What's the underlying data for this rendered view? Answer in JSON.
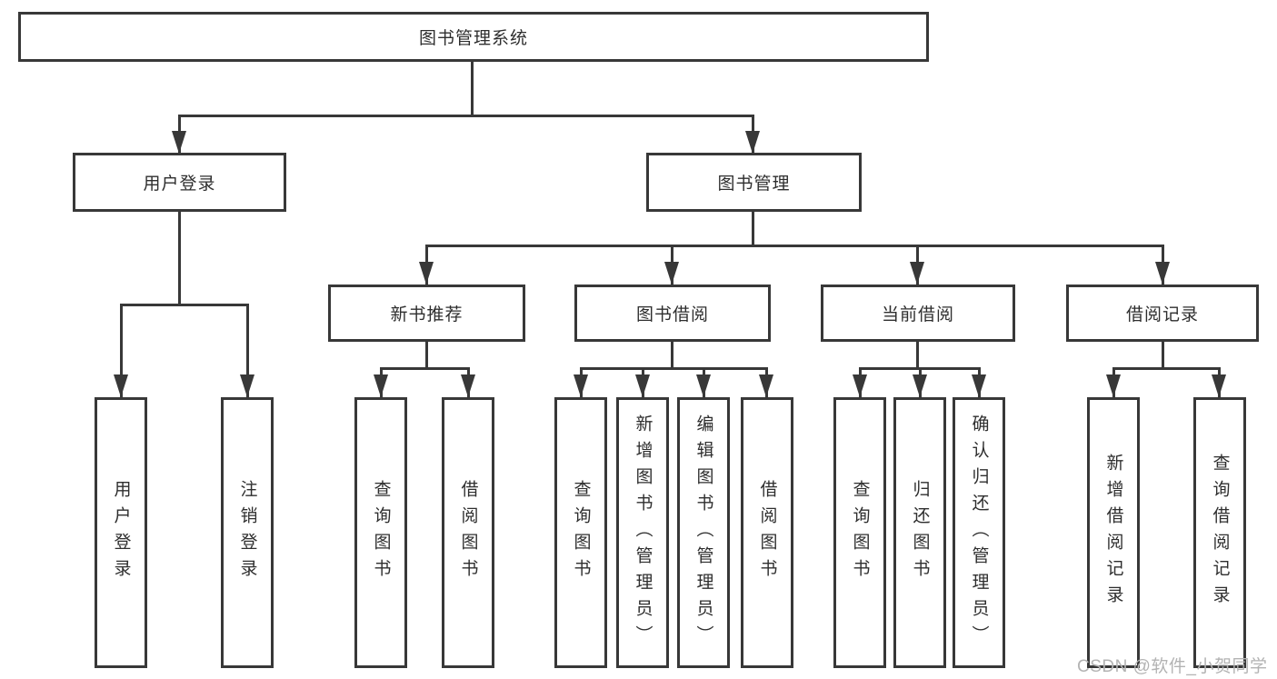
{
  "tree": {
    "root": {
      "label": "图书管理系统",
      "children": [
        {
          "label": "用户登录",
          "children": [
            {
              "label": "用户登录"
            },
            {
              "label": "注销登录"
            }
          ]
        },
        {
          "label": "图书管理",
          "children": [
            {
              "label": "新书推荐",
              "children": [
                {
                  "label": "查询图书"
                },
                {
                  "label": "借阅图书"
                }
              ]
            },
            {
              "label": "图书借阅",
              "children": [
                {
                  "label": "查询图书"
                },
                {
                  "label": "新增图书（管理员）"
                },
                {
                  "label": "编辑图书（管理员）"
                },
                {
                  "label": "借阅图书"
                }
              ]
            },
            {
              "label": "当前借阅",
              "children": [
                {
                  "label": "查询图书"
                },
                {
                  "label": "归还图书"
                },
                {
                  "label": "确认归还（管理员）"
                }
              ]
            },
            {
              "label": "借阅记录",
              "children": [
                {
                  "label": "新增借阅记录"
                },
                {
                  "label": "查询借阅记录"
                }
              ]
            }
          ]
        }
      ]
    }
  },
  "watermark": {
    "text": "CSDN @软件_小贺同学"
  },
  "colors": {
    "line": "#383838",
    "box_border": "#383838",
    "text": "#2e2e2e",
    "background": "#ffffff",
    "watermark": "#b3b3b3"
  }
}
